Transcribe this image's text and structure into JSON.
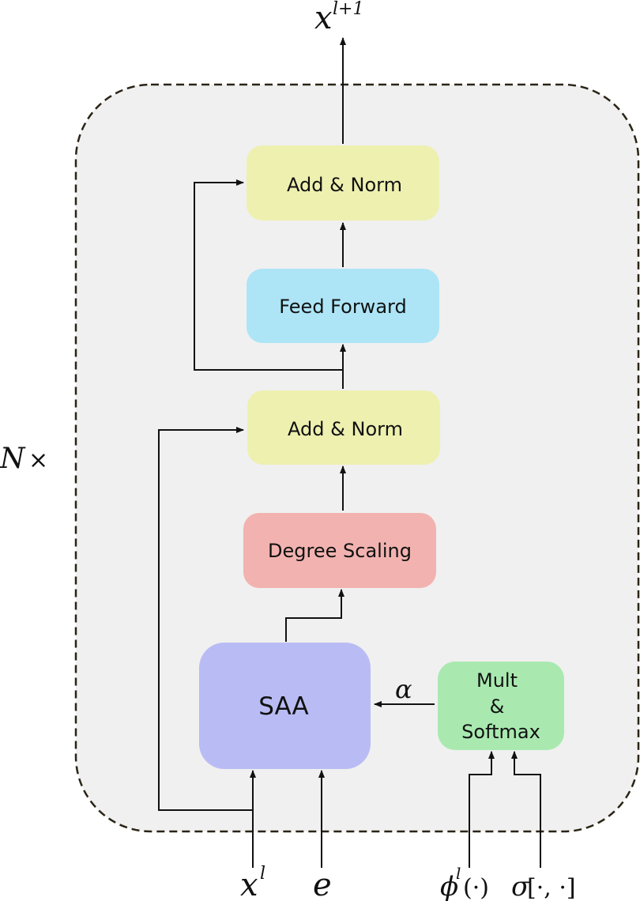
{
  "blocks": {
    "add_norm_top": "Add & Norm",
    "feed_forward": "Feed Forward",
    "add_norm_bottom": "Add & Norm",
    "degree_scaling": "Degree Scaling",
    "saa": "SAA",
    "mult_softmax": [
      "Mult",
      "&",
      "Softmax"
    ]
  },
  "labels": {
    "repeat_base": "N",
    "repeat_times": "×",
    "output_base": "x",
    "output_sup": "l+1",
    "input_x_base": "x",
    "input_x_sup": "l",
    "input_e": "e",
    "input_phi_base": "ϕ",
    "input_phi_sup": "l",
    "input_phi_arg": "(·)",
    "input_sigma_base": "σ",
    "input_sigma_arg": "[·, ·]",
    "alpha": "α"
  },
  "colors": {
    "module_bg": "#f0f0f0",
    "module_border": "#2a2416",
    "add_norm": "#eef0b0",
    "feed_forward": "#ade5f6",
    "degree_scaling": "#f2b3b0",
    "saa": "#b9bcf4",
    "mult_softmax": "#a9e9b0"
  }
}
